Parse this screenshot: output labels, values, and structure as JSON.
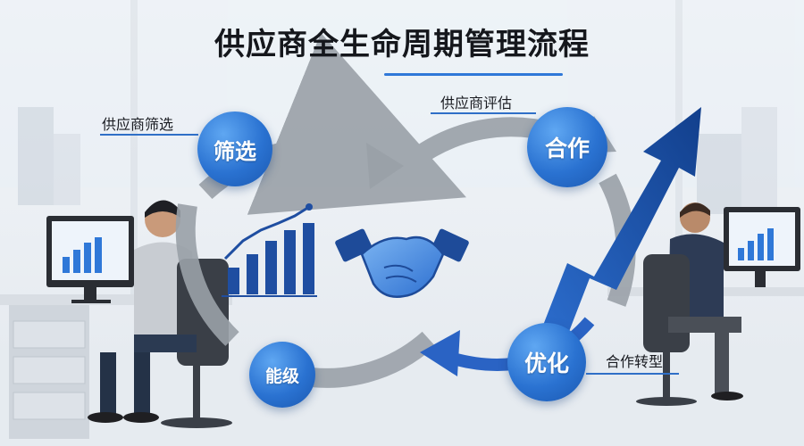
{
  "title": "供应商全生命周期管理流程",
  "nodes": {
    "screen": "筛选",
    "cooperate": "合作",
    "optimize": "优化",
    "bottom": "能级"
  },
  "callouts": {
    "screen": "供应商筛选",
    "evaluate": "供应商评估",
    "transform": "合作转型"
  },
  "colors": {
    "accent": "#2a72d1",
    "arrow_gray": "#9aa1a8",
    "trend_arrow": "#1f5db8"
  },
  "icons": [
    "bar-chart-icon",
    "handshake-icon",
    "growth-arrow-icon",
    "person-at-desk-icon"
  ]
}
